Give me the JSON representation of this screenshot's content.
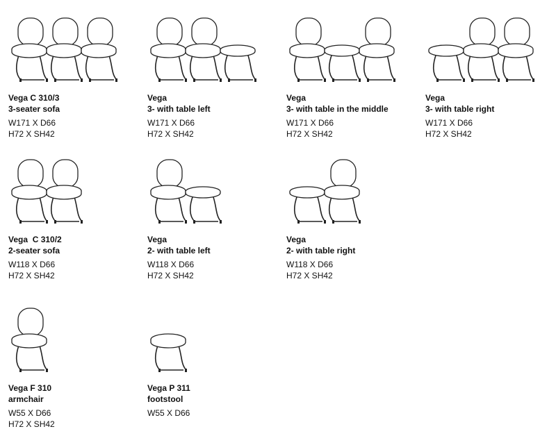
{
  "products": [
    {
      "name": "Vega C 310/3",
      "desc": "3-seater sofa",
      "dim1": "W171 X D66",
      "dim2": "H72 X SH42",
      "units": [
        "chair",
        "chair",
        "chair"
      ]
    },
    {
      "name": "Vega",
      "desc": "3- with table left",
      "dim1": "W171 X D66",
      "dim2": "H72 X SH42",
      "units": [
        "chair",
        "chair",
        "table"
      ]
    },
    {
      "name": "Vega",
      "desc": "3- with table in the middle",
      "dim1": "W171 X D66",
      "dim2": "H72 X SH42",
      "units": [
        "chair",
        "table",
        "chair"
      ]
    },
    {
      "name": "Vega",
      "desc": "3- with table right",
      "dim1": "W171 X D66",
      "dim2": "H72 X SH42",
      "units": [
        "table",
        "chair",
        "chair"
      ]
    },
    {
      "name": "Vega  C 310/2",
      "desc": "2-seater sofa",
      "dim1": "W118 X D66",
      "dim2": "H72 X SH42",
      "units": [
        "chair",
        "chair"
      ]
    },
    {
      "name": "Vega",
      "desc": "2- with table left",
      "dim1": "W118 X D66",
      "dim2": "H72 X SH42",
      "units": [
        "chair",
        "table"
      ]
    },
    {
      "name": "Vega",
      "desc": "2- with table right",
      "dim1": "W118 X D66",
      "dim2": "H72 X SH42",
      "units": [
        "table",
        "chair"
      ]
    },
    {
      "name": "Vega F 310",
      "desc": "armchair",
      "dim1": "W55 X D66",
      "dim2": "H72 X SH42",
      "units": [
        "chair"
      ]
    },
    {
      "name": "Vega P 311",
      "desc": "footstool",
      "dim1": "W55 X D66",
      "dim2": "",
      "units": [
        "stool"
      ]
    }
  ]
}
